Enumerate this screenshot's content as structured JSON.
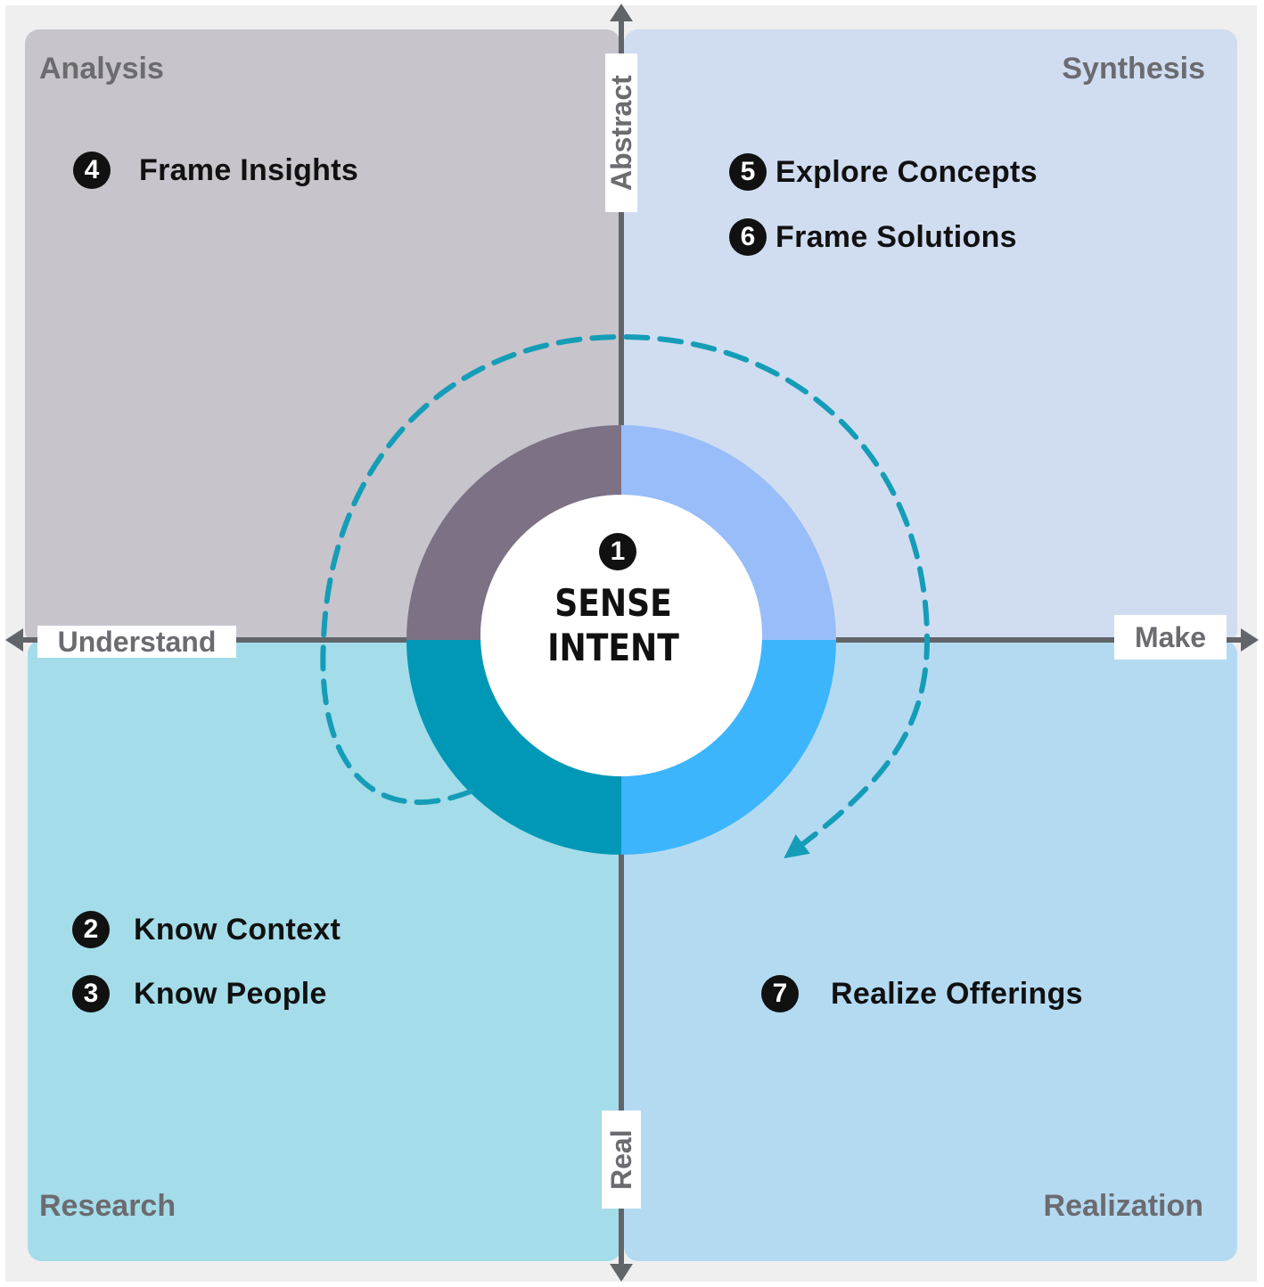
{
  "colors": {
    "frame": "#efeff0",
    "analysis": "#c7c4cc",
    "synthesis": "#d0ddf1",
    "research": "#a4dce9",
    "realization": "#b4daf2",
    "ring_analysis": "#7d7185",
    "ring_synthesis": "#98bdf8",
    "ring_research": "#0098b6",
    "ring_realization": "#3cb5fd",
    "axis": "#616569",
    "cycle_arrow": "#159db7"
  },
  "quadrants": {
    "analysis": "Analysis",
    "synthesis": "Synthesis",
    "research": "Research",
    "realization": "Realization"
  },
  "axes": {
    "top": "Abstract",
    "bottom": "Real",
    "left": "Understand",
    "right": "Make"
  },
  "center": {
    "number": "1",
    "line1": "SENSE",
    "line2": "INTENT"
  },
  "steps": [
    {
      "number": "2",
      "label": "Know Context"
    },
    {
      "number": "3",
      "label": "Know People"
    },
    {
      "number": "4",
      "label": "Frame Insights"
    },
    {
      "number": "5",
      "label": "Explore Concepts"
    },
    {
      "number": "6",
      "label": "Frame Solutions"
    },
    {
      "number": "7",
      "label": "Realize Offerings"
    }
  ],
  "icons": {
    "cycle": "dashed-cycle-arrow-icon",
    "axis_arrows": "double-headed-axis-arrow-icon"
  }
}
